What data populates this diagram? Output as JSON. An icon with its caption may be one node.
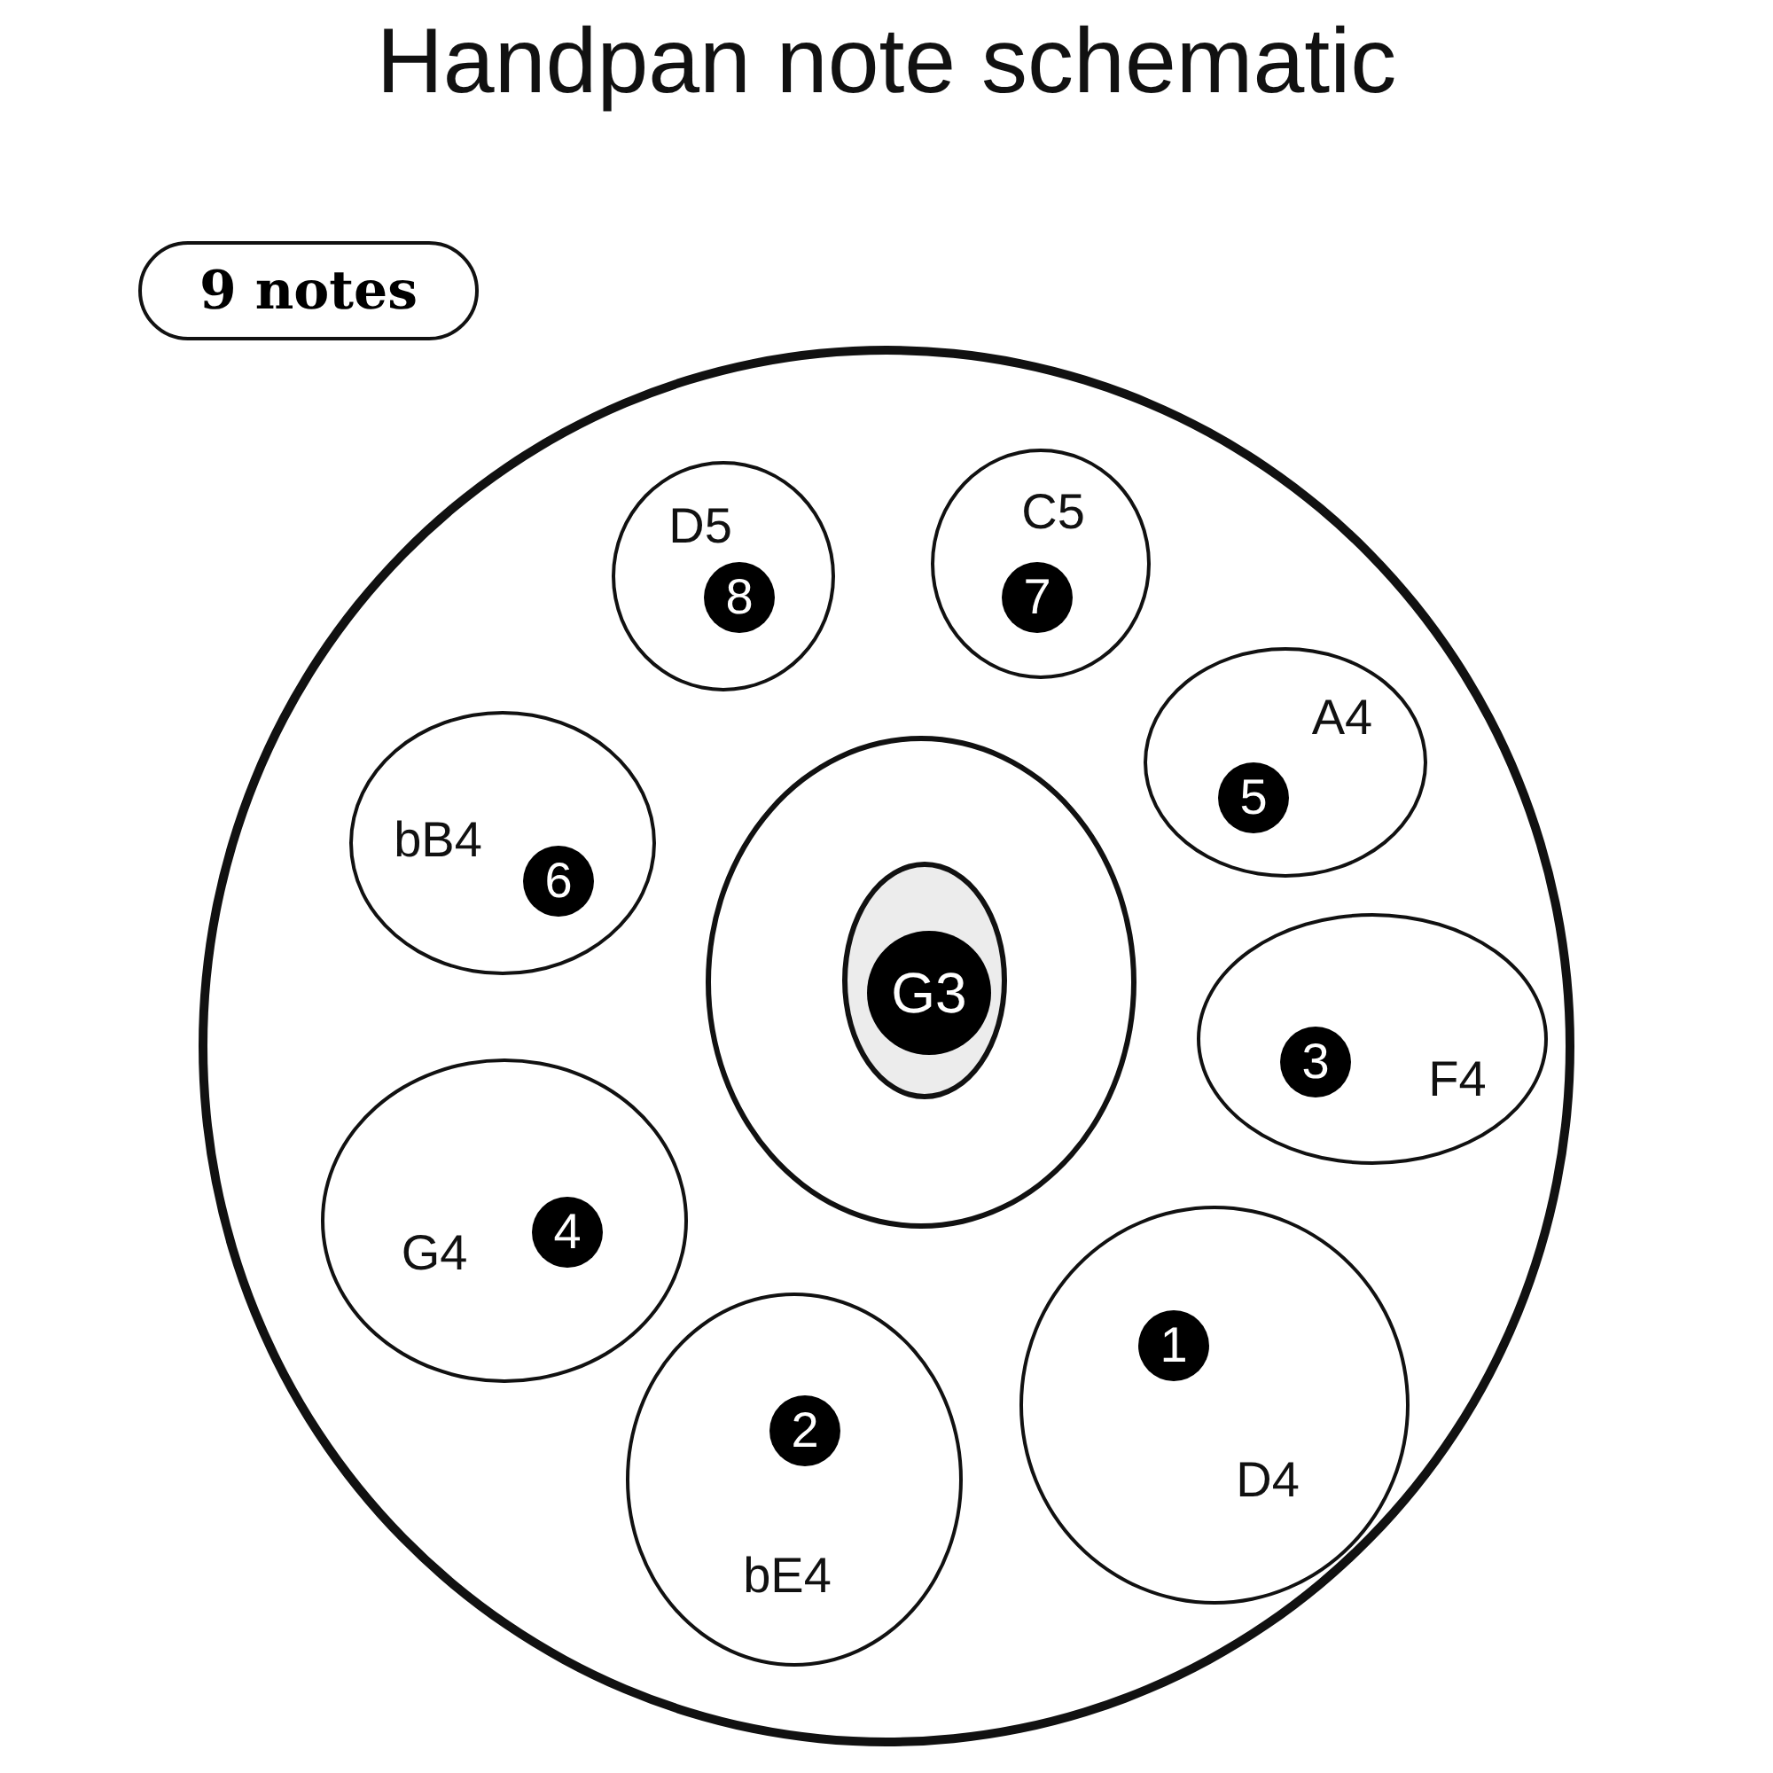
{
  "diagram": {
    "title": "Handpan note schematic",
    "nodes": [
      {
        "text": [
          "9 notes"
        ]
      },
      {
        "text": [],
        "shape": "circle"
      },
      {
        "text": [
          "D5"
        ],
        "in": 1
      },
      {
        "text": [
          "8"
        ],
        "in": 2
      },
      {
        "text": [
          "C5"
        ],
        "in": 1
      },
      {
        "text": [
          "7"
        ],
        "in": 4
      },
      {
        "text": [
          "A4"
        ],
        "in": 1
      },
      {
        "text": [
          "5"
        ],
        "in": 6
      },
      {
        "text": [
          "bB4"
        ],
        "in": 1
      },
      {
        "text": [
          "6"
        ],
        "in": 8
      },
      {
        "text": [],
        "shape": "circle",
        "in": 1
      },
      {
        "text": [],
        "shape": "circle",
        "in": 10
      },
      {
        "text": [
          "G3"
        ],
        "in": 11
      },
      {
        "text": [
          "F4"
        ],
        "in": 1
      },
      {
        "text": [
          "3"
        ],
        "in": 13
      },
      {
        "text": [
          "G4"
        ],
        "in": 1
      },
      {
        "text": [
          "4"
        ],
        "in": 15
      },
      {
        "text": [
          "D4"
        ],
        "in": 1
      },
      {
        "text": [
          "1"
        ],
        "in": 17
      },
      {
        "text": [
          "bE4"
        ],
        "in": 1
      },
      {
        "text": [
          "2"
        ],
        "in": 19
      }
    ],
    "edges": []
  }
}
